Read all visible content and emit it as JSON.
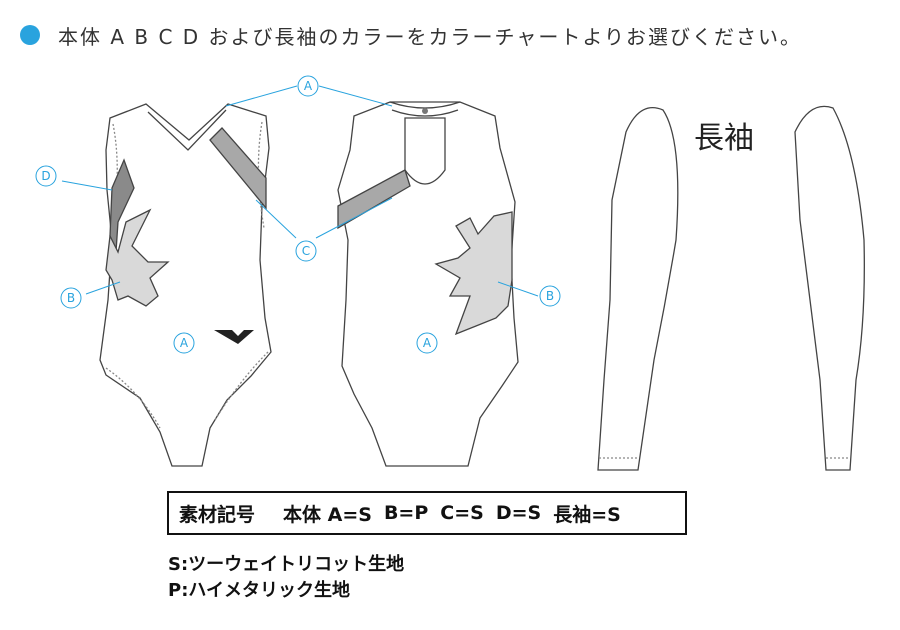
{
  "header": {
    "text": "本体 A B C D および長袖のカラーをカラーチャートよりお選びください。",
    "bullet_color": "#29a3de"
  },
  "markers": {
    "A": "A",
    "B": "B",
    "C": "C",
    "D": "D"
  },
  "sleeve_label": "長袖",
  "legend": {
    "title": "素材記号",
    "items": [
      "本体 A=S",
      "B=P",
      "C=S",
      "D=S",
      "長袖=S"
    ]
  },
  "notes": [
    "S:ツーウェイトリコット生地",
    "P:ハイメタリック生地"
  ],
  "colors": {
    "accent": "#29a3de",
    "panel_B": "#d9d9d9",
    "panel_C": "#a8a8a8",
    "panel_D": "#8a8a8a",
    "outline": "#444444"
  }
}
